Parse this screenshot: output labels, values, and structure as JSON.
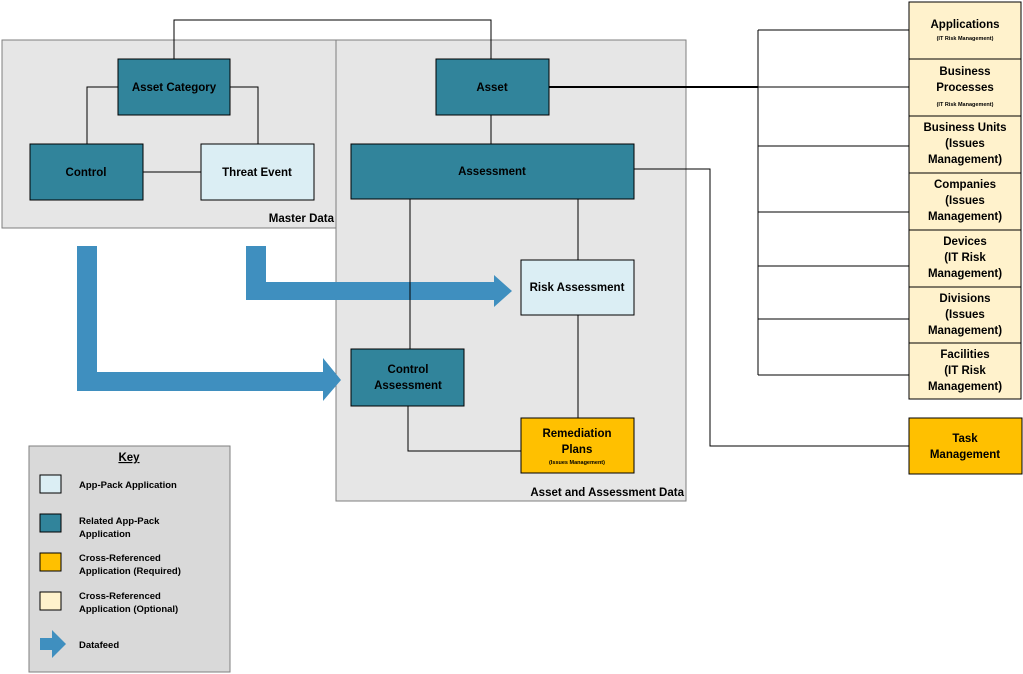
{
  "colors": {
    "related_app_pack": "#31849b",
    "app_pack": "#dbeef4",
    "cross_ref_required": "#ffc000",
    "cross_ref_optional": "#fff2cc",
    "datafeed": "#3f8fbf",
    "group_bg": "#e6e6e6"
  },
  "groups": {
    "master_data": "Master Data",
    "asset_assessment_data": "Asset and Assessment Data"
  },
  "nodes": {
    "asset_category": "Asset Category",
    "control": "Control",
    "threat_event": "Threat Event",
    "asset": "Asset",
    "assessment": "Assessment",
    "risk_assessment": "Risk Assessment",
    "control_assessment": [
      "Control",
      "Assessment"
    ],
    "remediation_plans": {
      "lines": [
        "Remediation",
        "Plans"
      ],
      "sub": "(Issues Management)"
    }
  },
  "cross_refs": [
    {
      "lines": [
        "Applications"
      ],
      "sub": "(IT Risk Management)"
    },
    {
      "lines": [
        "Business",
        "Processes"
      ],
      "sub": "(IT Risk Management)"
    },
    {
      "lines": [
        "Business Units",
        "(Issues",
        "Management)"
      ]
    },
    {
      "lines": [
        "Companies",
        "(Issues",
        "Management)"
      ]
    },
    {
      "lines": [
        "Devices",
        "(IT Risk",
        "Management)"
      ]
    },
    {
      "lines": [
        "Divisions",
        "(Issues",
        "Management)"
      ]
    },
    {
      "lines": [
        "Facilities",
        "(IT Risk",
        "Management)"
      ]
    }
  ],
  "task_management": [
    "Task",
    "Management"
  ],
  "key": {
    "title": "Key",
    "items": [
      {
        "kind": "app_pack",
        "lines": [
          "App-Pack Application"
        ]
      },
      {
        "kind": "related_app_pack",
        "lines": [
          "Related App-Pack",
          "Application"
        ]
      },
      {
        "kind": "cross_ref_required",
        "lines": [
          "Cross-Referenced",
          "Application (Required)"
        ]
      },
      {
        "kind": "cross_ref_optional",
        "lines": [
          "Cross-Referenced",
          "Application (Optional)"
        ]
      },
      {
        "kind": "datafeed",
        "lines": [
          "Datafeed"
        ]
      }
    ]
  }
}
